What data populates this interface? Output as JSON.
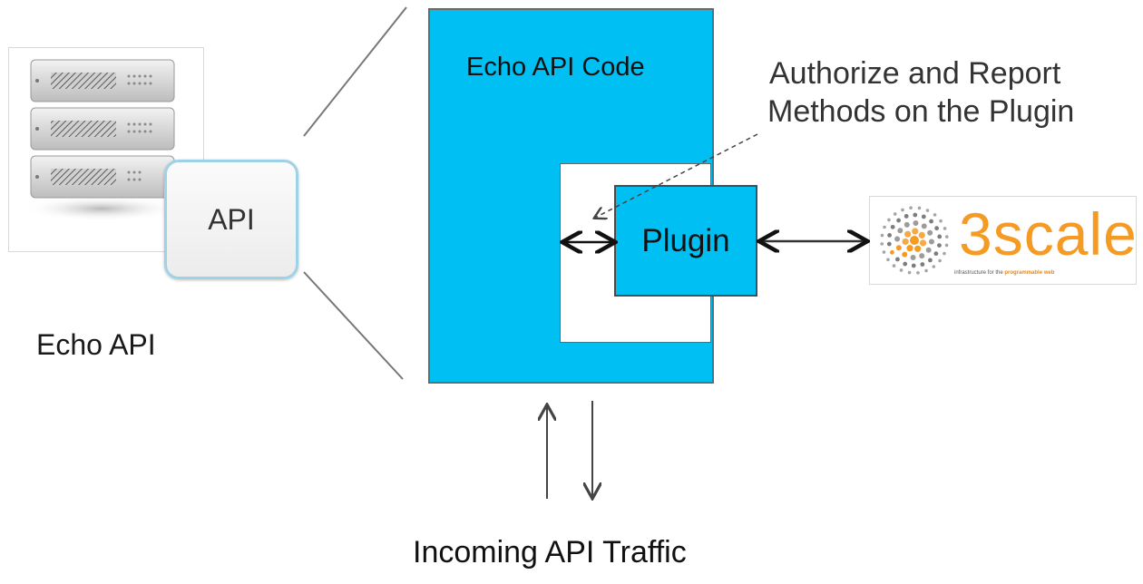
{
  "labels": {
    "echo_api": "Echo API",
    "api_badge": "API",
    "code_title": "Echo API Code",
    "plugin": "Plugin",
    "callout_line1": "Authorize and Report",
    "callout_line2": "Methods on the Plugin",
    "traffic": "Incoming API Traffic"
  },
  "logo": {
    "word": "3scale",
    "tagline_prefix": "infrastructure for the ",
    "tagline_highlight": "programmable web"
  },
  "colors": {
    "code_box": "#00bff3",
    "plugin_box": "#00bff3",
    "logo_orange": "#f59a23",
    "api_badge_border": "#9fd2e6"
  },
  "icons": {
    "server": "server-rack-icon",
    "logo_mark": "3scale-dots-icon"
  }
}
